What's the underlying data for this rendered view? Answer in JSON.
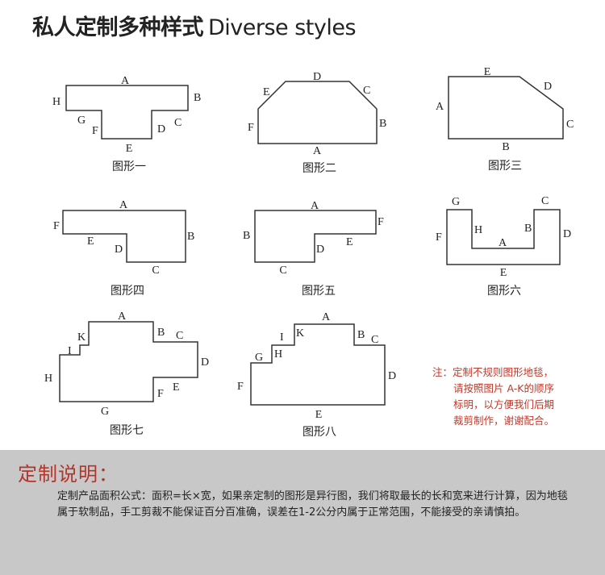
{
  "header": {
    "title_cn": "私人定制多种样式",
    "title_en": "Diverse styles"
  },
  "shapes": [
    {
      "caption": "图形一",
      "labels": [
        "A",
        "H",
        "B",
        "G",
        "F",
        "D",
        "C",
        "E"
      ]
    },
    {
      "caption": "图形二",
      "labels": [
        "D",
        "E",
        "C",
        "F",
        "B",
        "A"
      ]
    },
    {
      "caption": "图形三",
      "labels": [
        "E",
        "D",
        "A",
        "C",
        "B"
      ]
    },
    {
      "caption": "图形四",
      "labels": [
        "A",
        "F",
        "B",
        "E",
        "D",
        "C"
      ]
    },
    {
      "caption": "图形五",
      "labels": [
        "A",
        "F",
        "B",
        "E",
        "D",
        "C"
      ]
    },
    {
      "caption": "图形六",
      "labels": [
        "G",
        "C",
        "H",
        "B",
        "F",
        "D",
        "A",
        "E"
      ]
    },
    {
      "caption": "图形七",
      "labels": [
        "A",
        "K",
        "B",
        "C",
        "I",
        "D",
        "H",
        "E",
        "F",
        "G"
      ]
    },
    {
      "caption": "图形八",
      "labels": [
        "A",
        "I",
        "K",
        "B",
        "C",
        "G",
        "H",
        "D",
        "F",
        "E"
      ]
    }
  ],
  "note": {
    "lines": [
      "注：定制不规则图形地毯，",
      "请按照图片 A-K的顺序",
      "标明，以方便我们后期",
      "裁剪制作，谢谢配合。"
    ]
  },
  "explain": {
    "title": "定制说明：",
    "body": "定制产品面积公式：面积=长×宽，如果亲定制的图形是异行图，我们将取最长的长和宽来进行计算，因为地毯属于软制品，手工剪裁不能保证百分百准确，误差在1-2公分内属于正常范围，不能接受的亲请慎拍。"
  }
}
